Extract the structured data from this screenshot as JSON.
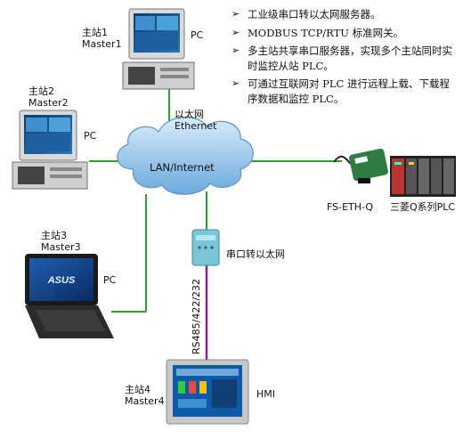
{
  "bullets": [
    "工业级串口转以太网服务器。",
    "MODBUS TCP/RTU 标准网关。",
    "多主站共享串口服务器，实现多个主站同时实时监控从站 PLC。",
    "可通过互联网对 PLC 进行远程上载、下载程序数据和监控 PLC。"
  ],
  "bullet_marker": "➢",
  "cloud_label": "LAN/Internet",
  "ethernet_label": [
    "以太网",
    "Ethernet"
  ],
  "serial_link_label": "RS485/422/232",
  "converter_label": "串口转以太网",
  "devices": {
    "master1": {
      "name": "主站1",
      "role": "Master1",
      "type": "PC"
    },
    "master2": {
      "name": "主站2",
      "role": "Master2",
      "type": "PC"
    },
    "master3": {
      "name": "主站3",
      "role": "Master3",
      "type": "PC"
    },
    "master4": {
      "name": "主站4",
      "role": "Master4",
      "type": "HMI"
    },
    "gateway": {
      "name": "FS-ETH-Q"
    },
    "plc": {
      "name": "三菱Q系列PLC"
    }
  },
  "laptop_brand": "ASUS",
  "colors": {
    "ethernet_line": "#2ca02c",
    "serial_line": "#8b1f8b",
    "cloud_fill": "#7fb8e6",
    "hmi_frame": "#c7c7c7"
  }
}
